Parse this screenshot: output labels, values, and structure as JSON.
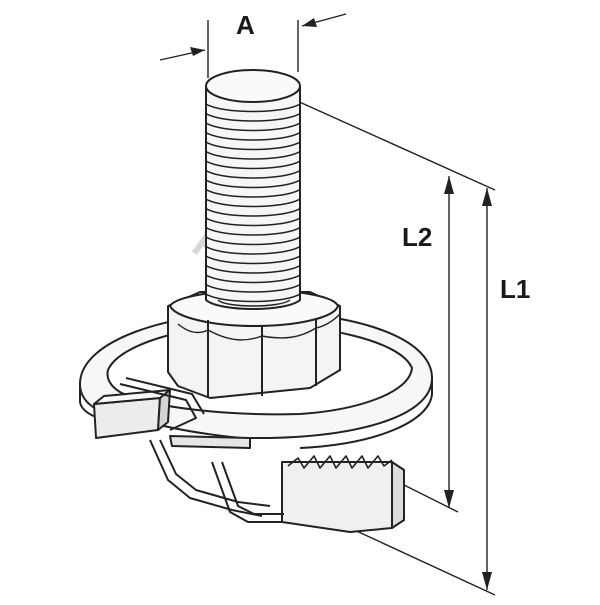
{
  "diagram": {
    "labels": {
      "a": "A",
      "l1": "L1",
      "l2": "L2"
    },
    "watermark": "RennsteigPP",
    "colors": {
      "line": "#222222",
      "part_fill": "#f2f2f2",
      "shade": "#d9d9d9"
    }
  }
}
